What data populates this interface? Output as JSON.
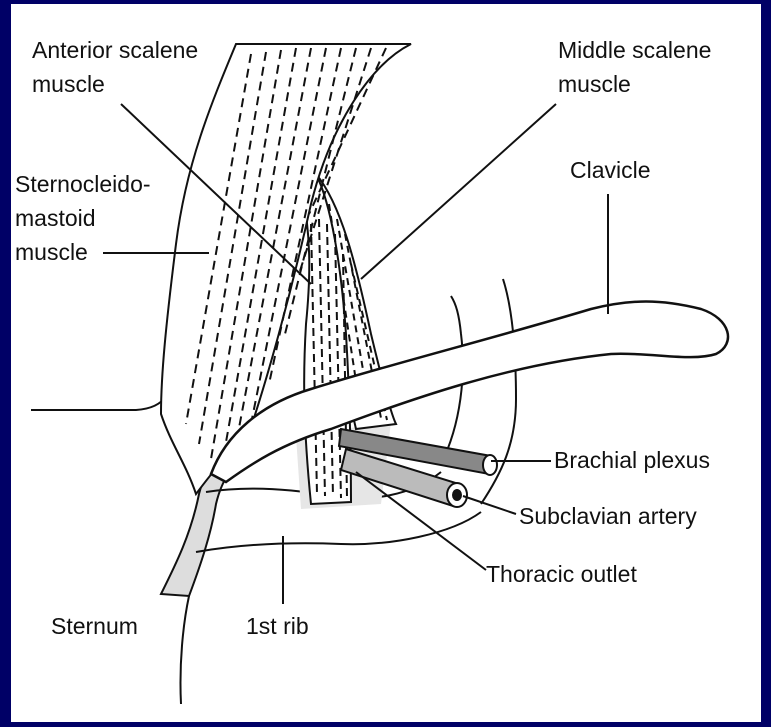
{
  "labels": {
    "anterior_scalene_1": "Anterior scalene",
    "anterior_scalene_2": "muscle",
    "middle_scalene_1": "Middle scalene",
    "middle_scalene_2": "muscle",
    "clavicle": "Clavicle",
    "sternocleido_1": "Sternocleido-",
    "sternocleido_2": "mastoid",
    "sternocleido_3": "muscle",
    "brachial_plexus": "Brachial plexus",
    "subclavian_artery": "Subclavian artery",
    "thoracic_outlet": "Thoracic outlet",
    "sternum": "Sternum",
    "first_rib": "1st rib"
  },
  "colors": {
    "frame_background": "#000066",
    "panel_background": "#ffffff",
    "line_art": "#111111",
    "plexus_fill": "#888888",
    "artery_fill": "#bbbbbb",
    "sternum_fill": "#dddddd"
  }
}
